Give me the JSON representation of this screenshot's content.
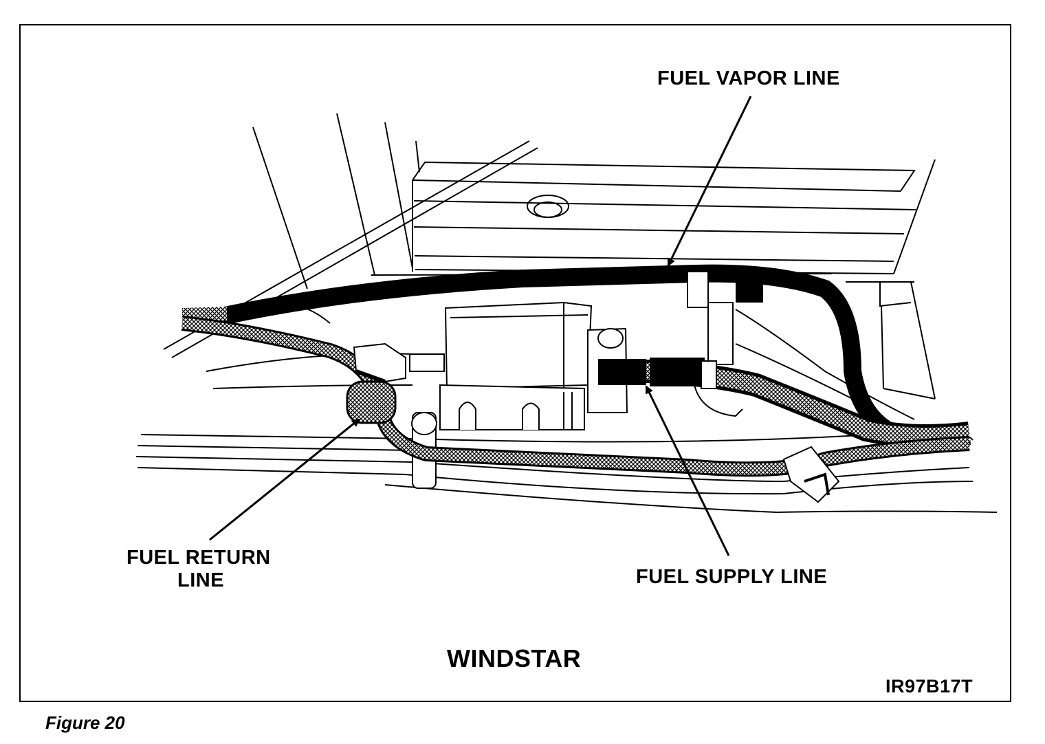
{
  "labels": {
    "fuel_vapor_line": "FUEL VAPOR LINE",
    "fuel_return_line_1": "FUEL RETURN",
    "fuel_return_line_2": "LINE",
    "fuel_supply_line": "FUEL SUPPLY LINE",
    "vehicle": "WINDSTAR",
    "illustration_code": "IR97B17T"
  },
  "caption": "Figure 20",
  "colors": {
    "ink": "#000000",
    "paper": "#ffffff"
  }
}
